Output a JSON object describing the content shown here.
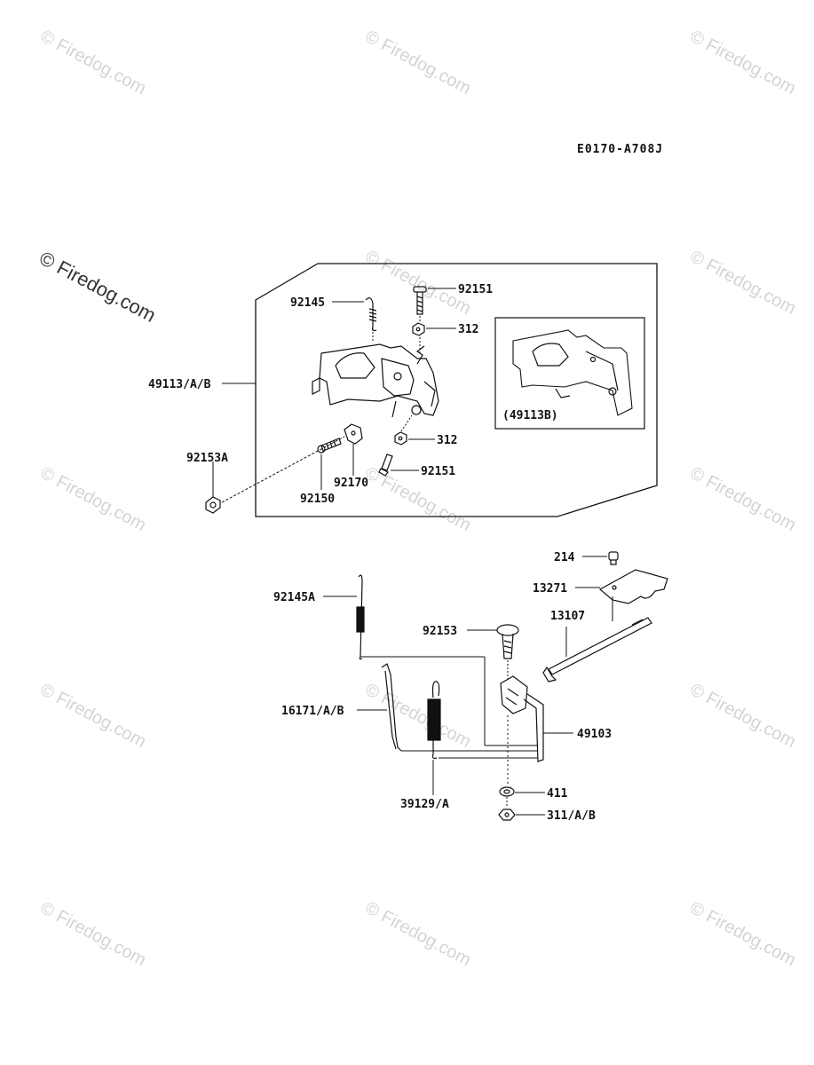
{
  "drawing_code": "E0170-A708J",
  "watermark": "© Firedog.com",
  "labels": {
    "92145": "92145",
    "92151_top": "92151",
    "312_top": "312",
    "49113": "49113/A/B",
    "312_mid": "312",
    "92153A": "92153A",
    "92151_bot": "92151",
    "92170": "92170",
    "92150": "92150",
    "49113B": "(49113B)",
    "214": "214",
    "13271": "13271",
    "92145A": "92145A",
    "13107": "13107",
    "92153": "92153",
    "16171": "16171/A/B",
    "49103": "49103",
    "411": "411",
    "39129": "39129/A",
    "311": "311/A/B"
  }
}
